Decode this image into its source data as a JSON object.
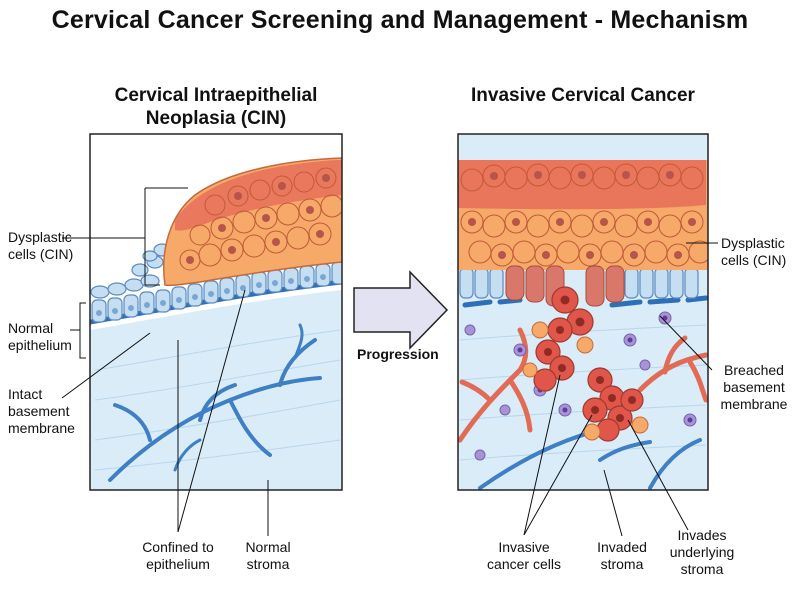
{
  "title": "Cervical Cancer Screening and Management - Mechanism",
  "left_panel": {
    "title_line1": "Cervical Intraepithelial",
    "title_line2": "Neoplasia (CIN)",
    "labels": {
      "dysplastic_line1": "Dysplastic",
      "dysplastic_line2": "cells (CIN)",
      "normal_epi_line1": "Normal",
      "normal_epi_line2": "epithelium",
      "intact_line1": "Intact",
      "intact_line2": "basement",
      "intact_line3": "membrane",
      "confined_line1": "Confined to",
      "confined_line2": "epithelium",
      "normal_stroma_line1": "Normal",
      "normal_stroma_line2": "stroma"
    }
  },
  "arrow": {
    "label": "Progression"
  },
  "right_panel": {
    "title": "Invasive Cervical Cancer",
    "labels": {
      "dysplastic_line1": "Dysplastic",
      "dysplastic_line2": "cells (CIN)",
      "breached_line1": "Breached",
      "breached_line2": "basement",
      "breached_line3": "membrane",
      "invasive_line1": "Invasive",
      "invasive_line2": "cancer cells",
      "invaded_line1": "Invaded",
      "invaded_line2": "stroma",
      "invades_line1": "Invades",
      "invades_line2": "underlying",
      "invades_line3": "stroma"
    }
  },
  "colors": {
    "stroma": "#d9ecf8",
    "vessel": "#3f7fc4",
    "membrane": "#2f6fb8",
    "normal_cell": "#c6def2",
    "dysplastic_orange": "#f6a968",
    "dysplastic_red": "#e8705a",
    "cancer": "#e0564a",
    "immune": "#a992d6",
    "capillary": "#e26b55"
  }
}
